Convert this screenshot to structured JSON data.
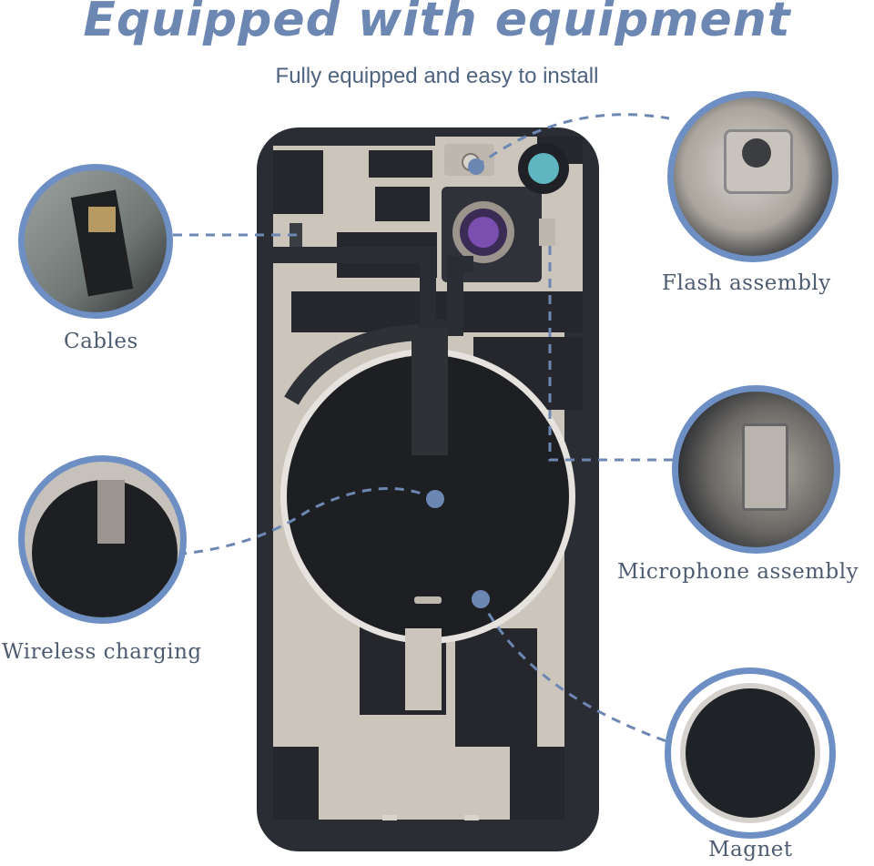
{
  "header": {
    "title": "Equipped with equipment",
    "subtitle": "Fully equipped and easy to install"
  },
  "callouts": [
    {
      "id": "cables",
      "label": "Cables"
    },
    {
      "id": "flash",
      "label": "Flash assembly"
    },
    {
      "id": "microphone",
      "label": "Microphone assembly"
    },
    {
      "id": "wireless",
      "label": "Wireless charging"
    },
    {
      "id": "magnet",
      "label": "Magnet"
    }
  ],
  "colors": {
    "accent": "#6d87b3",
    "ring": "#6d8fc4",
    "phone_body": "#2a2d33",
    "metal": "#c9c3bb",
    "label_text": "#4e5c72"
  }
}
